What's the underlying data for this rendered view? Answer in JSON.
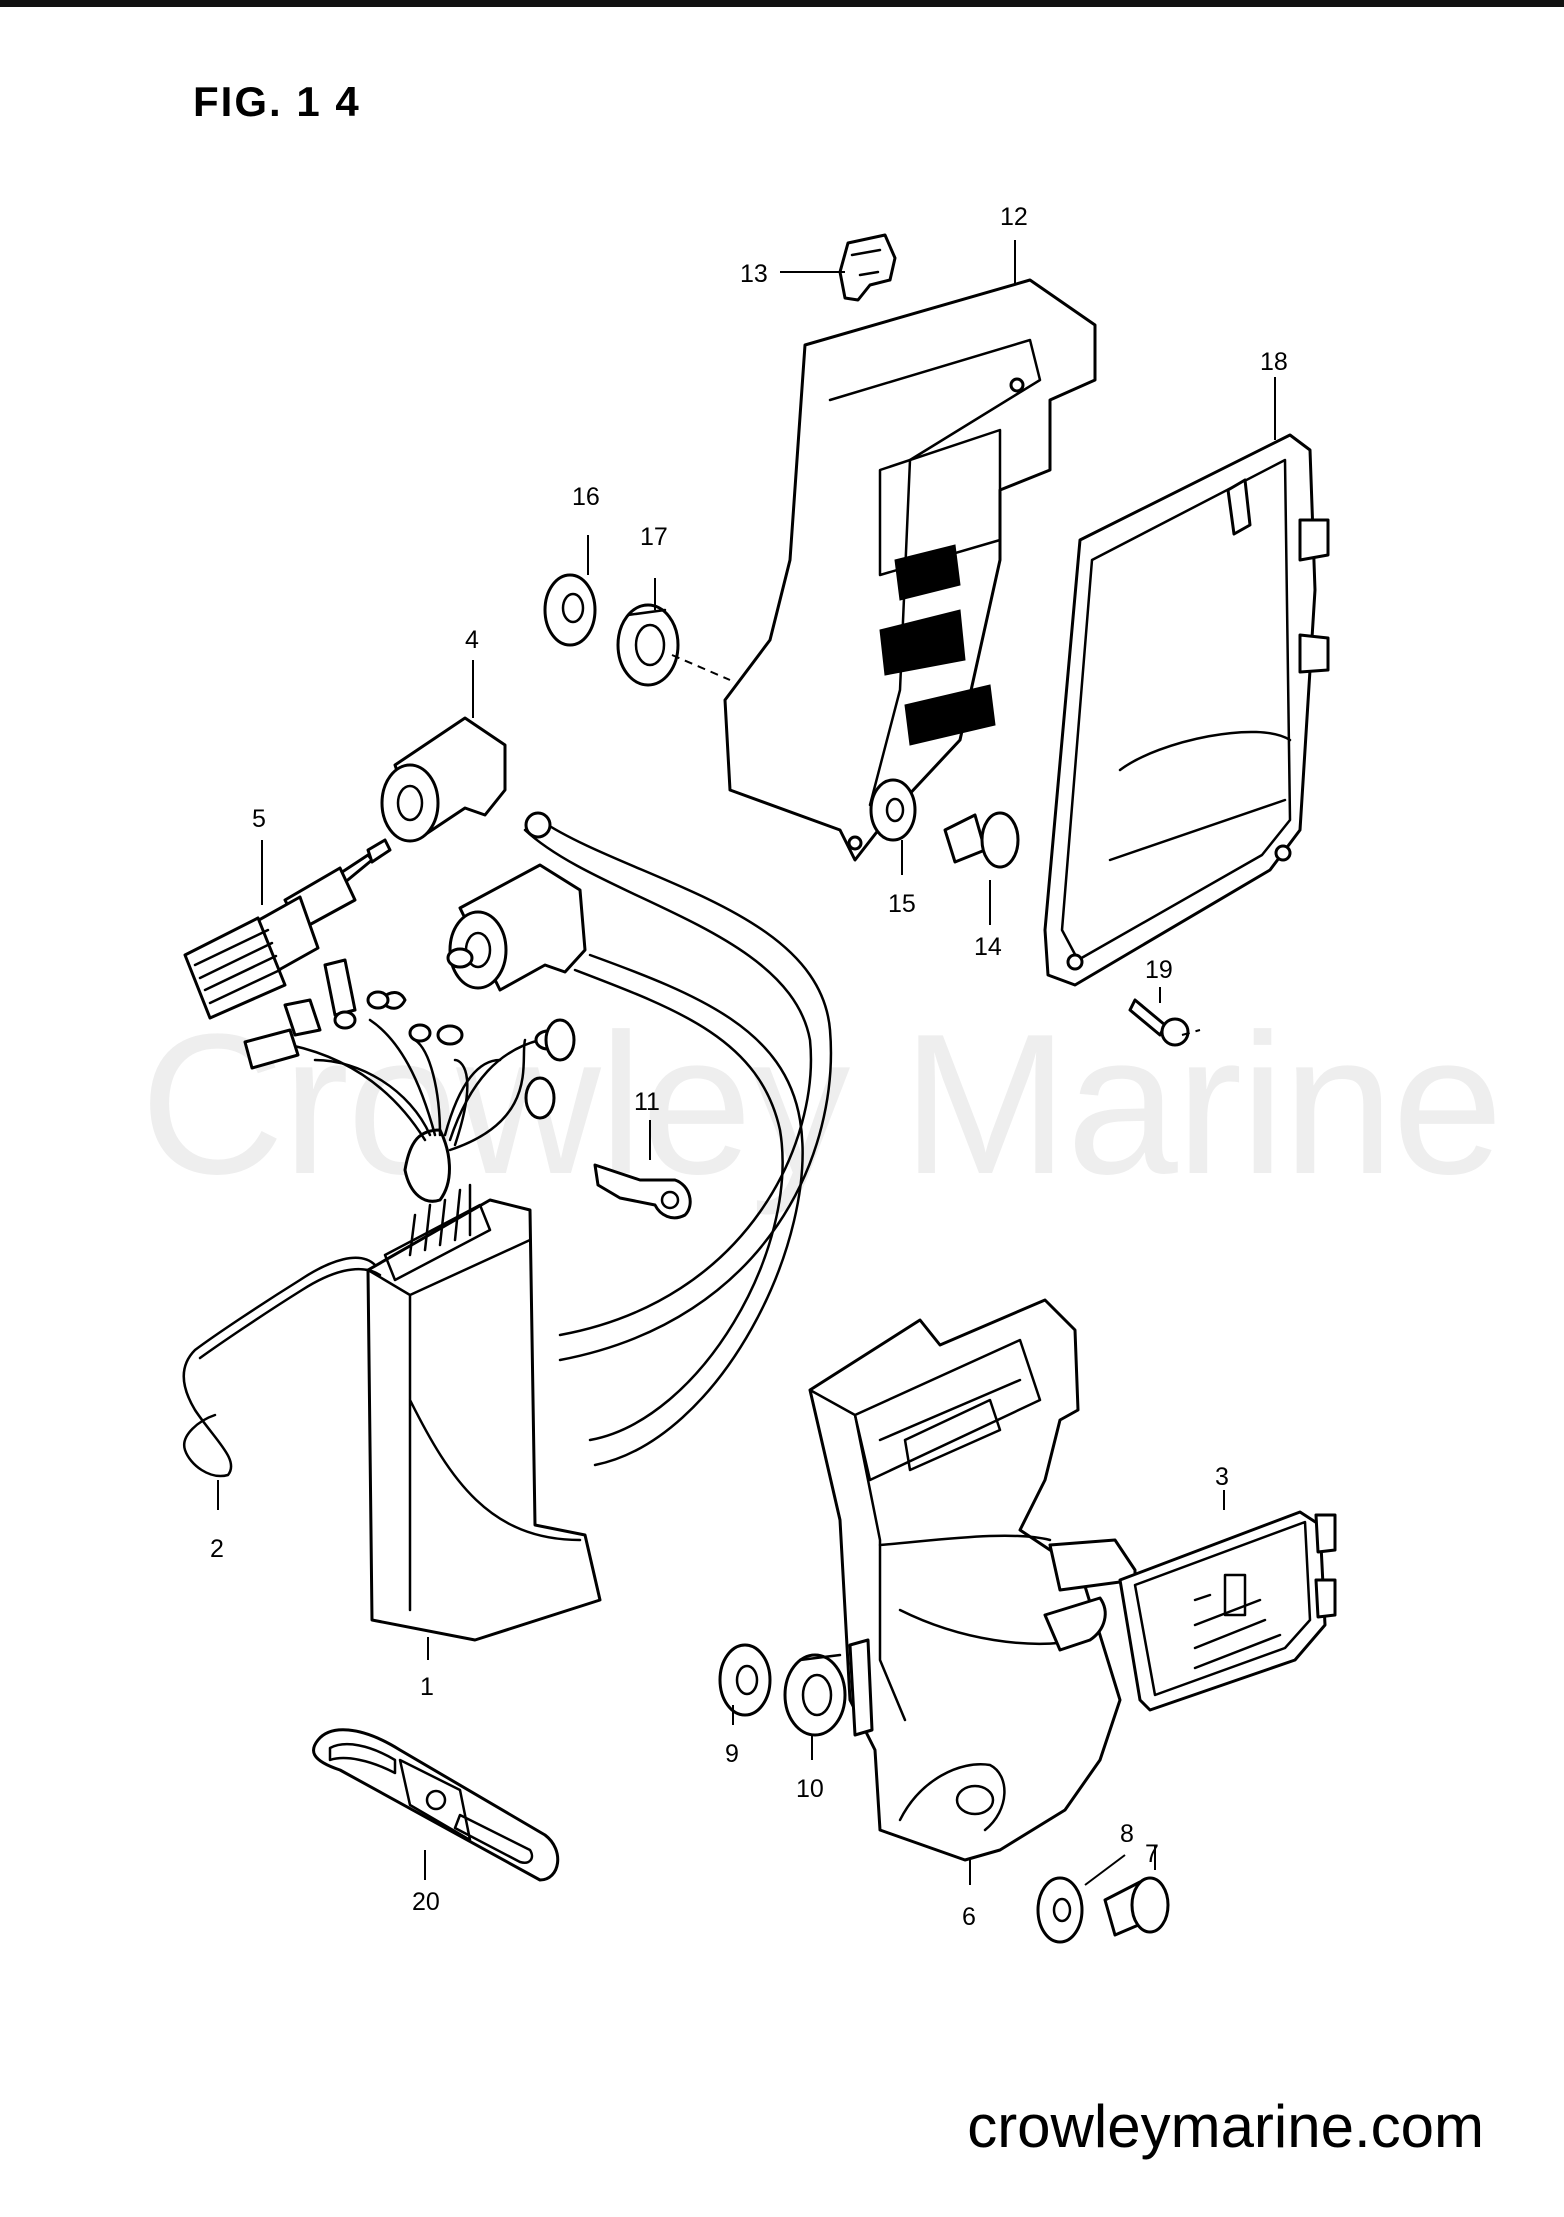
{
  "figure": {
    "title": "FIG. 1 4"
  },
  "watermark": "Crowley Marine",
  "site": "crowleymarine.com",
  "callouts": [
    {
      "number": "1"
    },
    {
      "number": "2"
    },
    {
      "number": "3"
    },
    {
      "number": "4"
    },
    {
      "number": "5"
    },
    {
      "number": "6"
    },
    {
      "number": "7"
    },
    {
      "number": "8"
    },
    {
      "number": "9"
    },
    {
      "number": "10"
    },
    {
      "number": "11"
    },
    {
      "number": "12"
    },
    {
      "number": "13"
    },
    {
      "number": "14"
    },
    {
      "number": "15"
    },
    {
      "number": "16"
    },
    {
      "number": "17"
    },
    {
      "number": "18"
    },
    {
      "number": "19"
    },
    {
      "number": "20"
    }
  ]
}
